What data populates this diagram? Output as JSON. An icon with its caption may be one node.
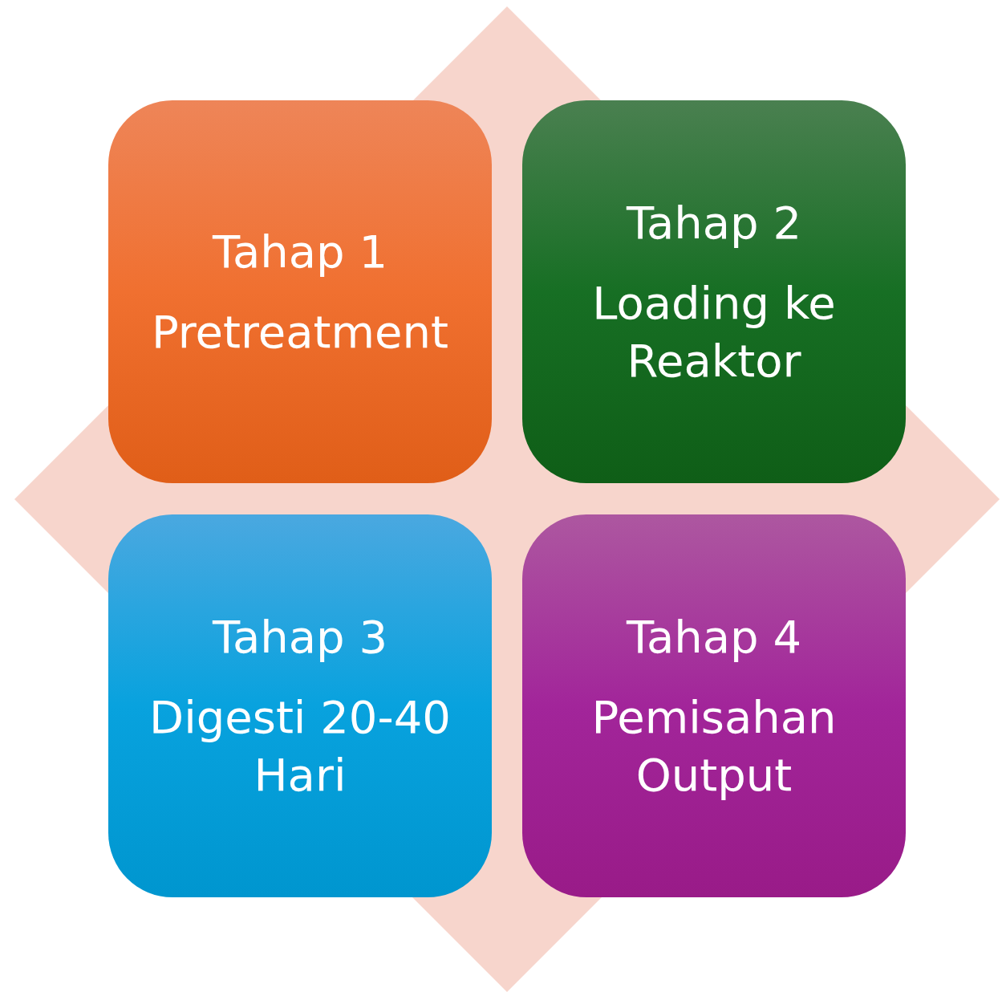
{
  "diagram": {
    "nodes": [
      {
        "text": [
          "Tahap 1",
          "Pretreatment"
        ]
      },
      {
        "text": [
          "Tahap 2",
          "Loading ke Reaktor"
        ]
      },
      {
        "text": [
          "Tahap 3",
          "Digesti 20-40 Hari"
        ]
      },
      {
        "text": [
          "Tahap 4",
          "Pemisahan Output"
        ]
      }
    ]
  }
}
